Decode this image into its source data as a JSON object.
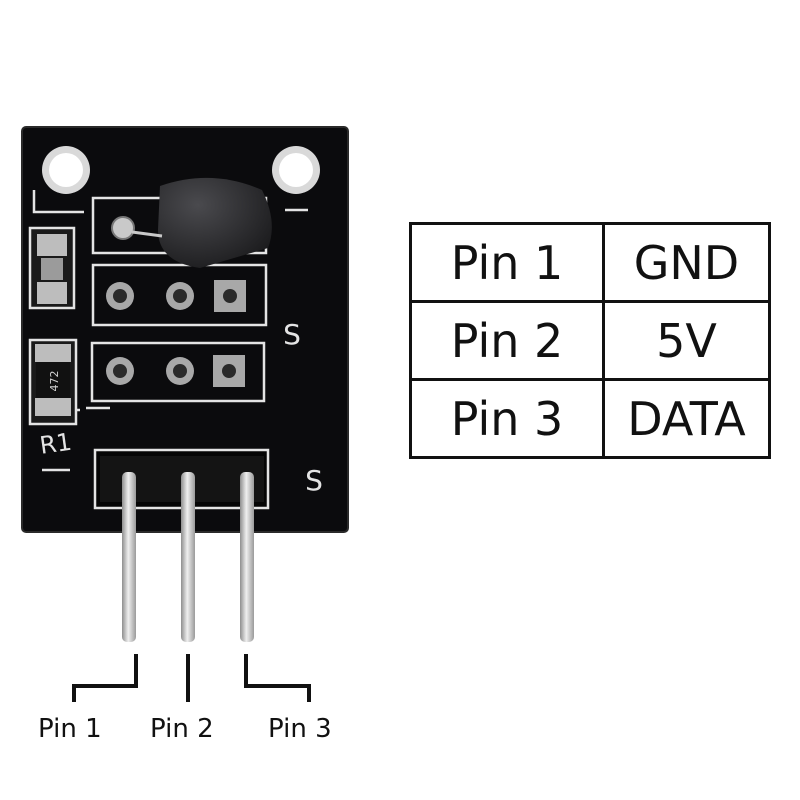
{
  "board": {
    "silkscreen_s_top": "S",
    "silkscreen_s_bottom": "S",
    "resistor_code": "472",
    "resistor_ref": "R1",
    "colors": {
      "pcb": "#0b0b0d",
      "silk": "#e4e4e4",
      "pin": "#c9c9c9",
      "sensor": "#232326"
    }
  },
  "pin_table": {
    "rows": [
      {
        "pin": "Pin 1",
        "function": "GND"
      },
      {
        "pin": "Pin 2",
        "function": "5V"
      },
      {
        "pin": "Pin 3",
        "function": "DATA"
      }
    ]
  },
  "pin_labels": [
    "Pin 1",
    "Pin 2",
    "Pin 3"
  ]
}
